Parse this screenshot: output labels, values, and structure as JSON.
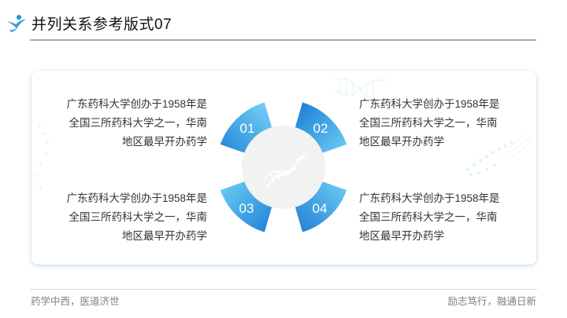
{
  "header": {
    "logo_icon": "runner-swoosh-logo-icon",
    "title": "并列关系参考版式07"
  },
  "diagram": {
    "center_icon": "dna-icon",
    "segments": [
      {
        "number": "01"
      },
      {
        "number": "02"
      },
      {
        "number": "03"
      },
      {
        "number": "04"
      }
    ],
    "colors": {
      "light": "#6fd0f6",
      "dark": "#1e7fd6",
      "circle": "#f2f2f2"
    }
  },
  "items": [
    {
      "line1": "广东药科大学创办于1958年是",
      "line2": "全国三所药科大学之一，华南",
      "line3": "地区最早开办药学"
    },
    {
      "line1": "广东药科大学创办于1958年是",
      "line2": "全国三所药科大学之一，华南",
      "line3": "地区最早开办药学"
    },
    {
      "line1": "广东药科大学创办于1958年是",
      "line2": "全国三所药科大学之一，华南",
      "line3": "地区最早开办药学"
    },
    {
      "line1": "广东药科大学创办于1958年是",
      "line2": "全国三所药科大学之一，华南",
      "line3": "地区最早开办药学"
    }
  ],
  "footer": {
    "left": "药学中西，医道济世",
    "right": "励志笃行，融通日新"
  }
}
